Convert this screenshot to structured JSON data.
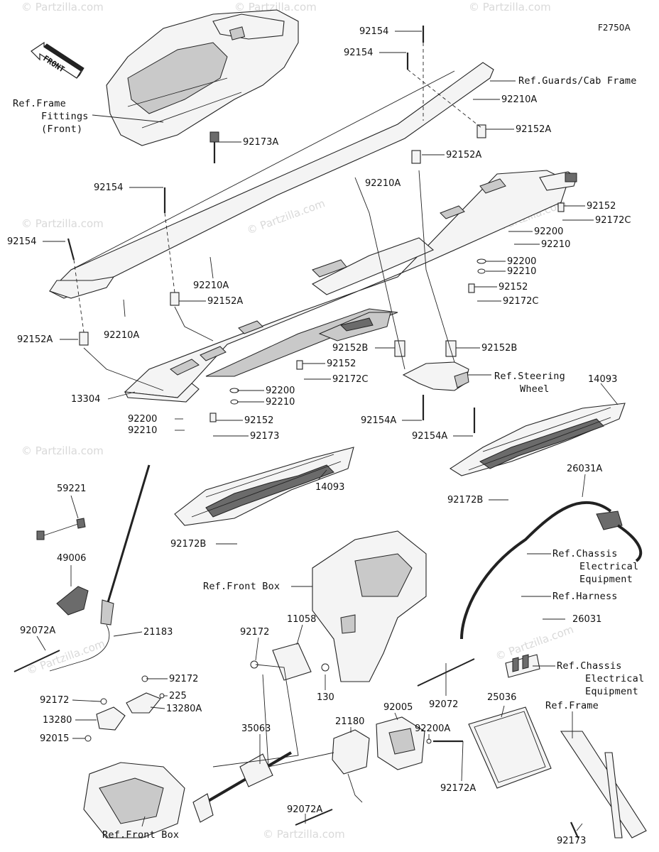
{
  "figure_code": "F2750A",
  "front_arrow": "FRONT",
  "watermark": "© Partzilla.com",
  "parts": {
    "p92154_a": "92154",
    "p92154_b": "92154",
    "p92154_c": "92154",
    "p92154_d": "92154",
    "p92154a_a": "92154A",
    "p92154a_b": "92154A",
    "p92210a_a": "92210A",
    "p92210a_b": "92210A",
    "p92210a_c": "92210A",
    "p92210a_d": "92210A",
    "p92173a": "92173A",
    "p92152a_a": "92152A",
    "p92152a_b": "92152A",
    "p92152a_c": "92152A",
    "p92152a_d": "92152A",
    "p92152_a": "92152",
    "p92152_b": "92152",
    "p92152_c": "92152",
    "p92152_d": "92152",
    "p92172c_a": "92172C",
    "p92172c_b": "92172C",
    "p92172c_c": "92172C",
    "p92200_a": "92200",
    "p92200_b": "92200",
    "p92200_c": "92200",
    "p92200_d": "92200",
    "p92210_a": "92210",
    "p92210_b": "92210",
    "p92210_c": "92210",
    "p92210_d": "92210",
    "p92152b_a": "92152B",
    "p92152b_b": "92152B",
    "p13304": "13304",
    "p92173_mid": "92173",
    "p14093_a": "14093",
    "p14093_b": "14093",
    "p92172b_a": "92172B",
    "p92172b_b": "92172B",
    "p26031a": "26031A",
    "p26031": "26031",
    "p59221": "59221",
    "p49006": "49006",
    "p92072a_a": "92072A",
    "p92072a_b": "92072A",
    "p21183": "21183",
    "p92172_a": "92172",
    "p92172_b": "92172",
    "p92172_c": "92172",
    "p225": "225",
    "p13280a": "13280A",
    "p13280": "13280",
    "p92015": "92015",
    "p11058": "11058",
    "p130": "130",
    "p35063": "35063",
    "p21180": "21180",
    "p92005": "92005",
    "p92200a": "92200A",
    "p92172a": "92172A",
    "p92072": "92072",
    "p25036": "25036",
    "p92173_br": "92173"
  },
  "refs": {
    "frame_fittings_1": "Ref.Frame",
    "frame_fittings_2": "Fittings",
    "frame_fittings_3": "(Front)",
    "guards": "Ref.Guards/Cab Frame",
    "steering_1": "Ref.Steering",
    "steering_2": "Wheel",
    "chassis_a_1": "Ref.Chassis",
    "chassis_a_2": "Electrical",
    "chassis_a_3": "Equipment",
    "harness": "Ref.Harness",
    "chassis_b_1": "Ref.Chassis",
    "chassis_b_2": "Electrical",
    "chassis_b_3": "Equipment",
    "front_box_top": "Ref.Front Box",
    "front_box_bottom": "Ref.Front Box",
    "frame": "Ref.Frame"
  }
}
